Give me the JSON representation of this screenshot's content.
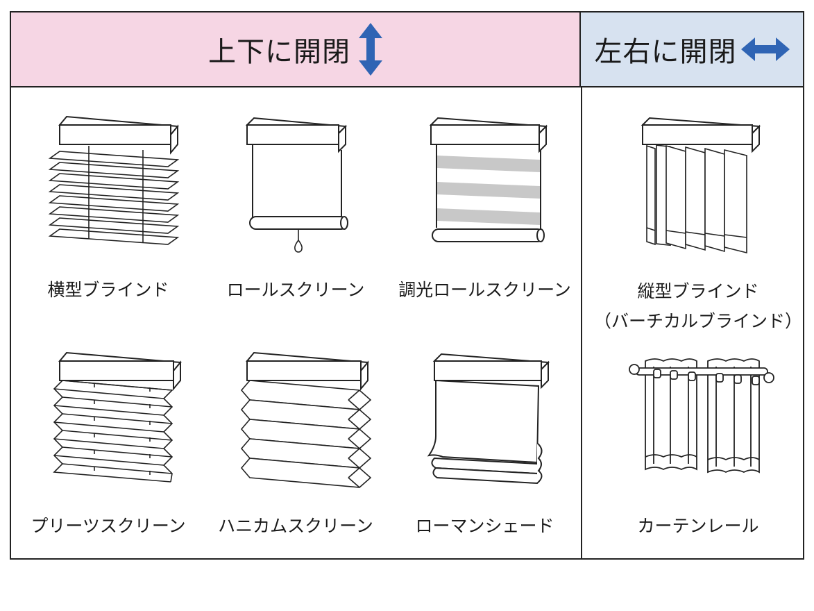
{
  "headers": {
    "vertical": "上下に開閉",
    "horizontal": "左右に開閉"
  },
  "colors": {
    "vertical_header_bg": "#f6d6e4",
    "horizontal_header_bg": "#d7e2f0",
    "arrow": "#2f64b4",
    "dimout_band": "#c8c8c8"
  },
  "icons": {
    "vertical_arrow": "up-down-arrow-icon",
    "horizontal_arrow": "left-right-arrow-icon"
  },
  "items": {
    "horizontal_blind": "横型ブラインド",
    "roll_screen": "ロールスクリーン",
    "dimout_roll_screen": "調光ロールスクリーン",
    "vertical_blind": "縦型ブラインド",
    "vertical_blind_sub": "（バーチカルブラインド）",
    "pleated_screen": "プリーツスクリーン",
    "honeycomb_screen": "ハニカムスクリーン",
    "roman_shade": "ローマンシェード",
    "curtain_rail": "カーテンレール"
  }
}
